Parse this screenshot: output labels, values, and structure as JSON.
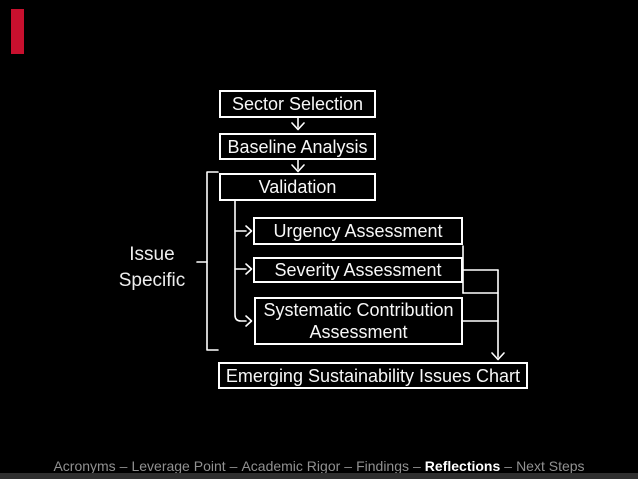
{
  "slide": {
    "background_color": "#000000",
    "accent_bar_color": "#c8102e",
    "bottom_strip_color": "#2f2f2f",
    "line_color": "#ffffff",
    "box_border_color": "#ffffff",
    "box_text_color": "#f7f7f7"
  },
  "diagram": {
    "nodes": {
      "sector": "Sector Selection",
      "baseline": "Baseline Analysis",
      "validation": "Validation",
      "urgency": "Urgency Assessment",
      "severity": "Severity Assessment",
      "systematic": "Systematic Contribution Assessment",
      "emerging": "Emerging Sustainability Issues Chart"
    },
    "flow": [
      "Sector Selection -> Baseline Analysis",
      "Baseline Analysis -> Validation",
      "Validation -> Urgency Assessment",
      "Validation -> Severity Assessment",
      "Validation -> Systematic Contribution Assessment",
      "Urgency Assessment -> Emerging Sustainability Issues Chart",
      "Severity Assessment -> Emerging Sustainability Issues Chart",
      "Systematic Contribution Assessment -> Emerging Sustainability Issues Chart"
    ],
    "side_label": {
      "line1": "Issue",
      "line2": "Specific"
    }
  },
  "footer": {
    "separator": "–",
    "text_color": "#919191",
    "active_color": "#ffffff",
    "items": [
      {
        "label": "Acronyms",
        "active": false
      },
      {
        "label": "Leverage Point",
        "active": false
      },
      {
        "label": "Academic Rigor",
        "active": false
      },
      {
        "label": "Findings",
        "active": false
      },
      {
        "label": "Reflections",
        "active": true
      },
      {
        "label": "Next Steps",
        "active": false
      }
    ]
  }
}
